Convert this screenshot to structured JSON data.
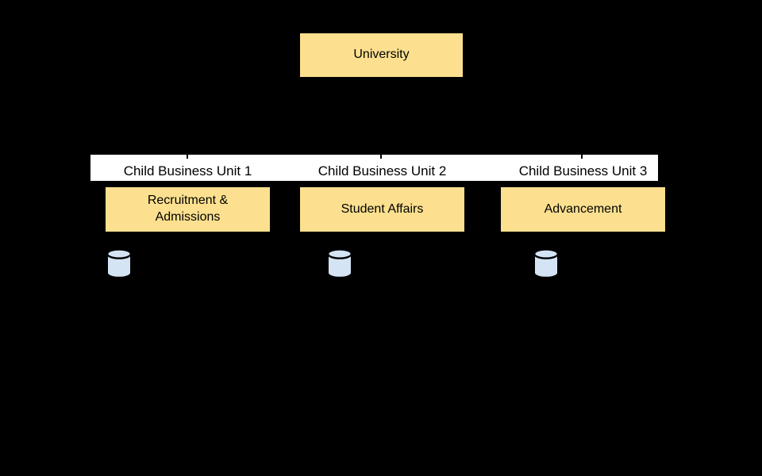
{
  "diagram": {
    "type": "org-hierarchy",
    "root_node": {
      "label": "University"
    },
    "children": [
      {
        "unit": "Child Business Unit 1",
        "department": "Recruitment & Admissions",
        "icon": "database-cylinder"
      },
      {
        "unit": "Child Business Unit 2",
        "department": "Student Affairs",
        "icon": "database-cylinder"
      },
      {
        "unit": "Child Business Unit 3",
        "department": "Advancement",
        "icon": "database-cylinder"
      }
    ],
    "colors": {
      "background": "#000000",
      "node_fill": "#FCE08F",
      "band_fill": "#FFFFFF",
      "database_fill": "#D4E4F4",
      "text": "#000000"
    }
  }
}
